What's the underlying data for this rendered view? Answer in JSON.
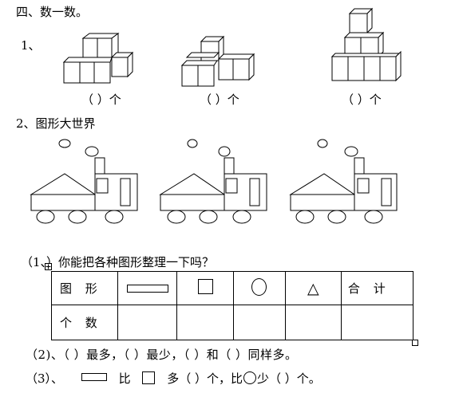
{
  "section_title": "四、数一数。",
  "q1": {
    "label": "1、",
    "answers": [
      "（ ）个",
      "（ ）个",
      "（ ）个"
    ]
  },
  "q2": {
    "label": "2、图形大世界"
  },
  "sub1": {
    "label": "（1、）你能把各种图形整理一下吗？",
    "table": {
      "row1_label": "图 形",
      "row2_label": "个 数",
      "total_label": "合 计",
      "triangle_glyph": "△"
    }
  },
  "sub2": {
    "text": "（2)、（ ）最多，（ ）最少，（ ）和（ ）同样多。"
  },
  "sub3": {
    "prefix": "（3）、",
    "bi": "比",
    "duo": "多（ ）个，比",
    "shao": "少（ ）个。"
  }
}
